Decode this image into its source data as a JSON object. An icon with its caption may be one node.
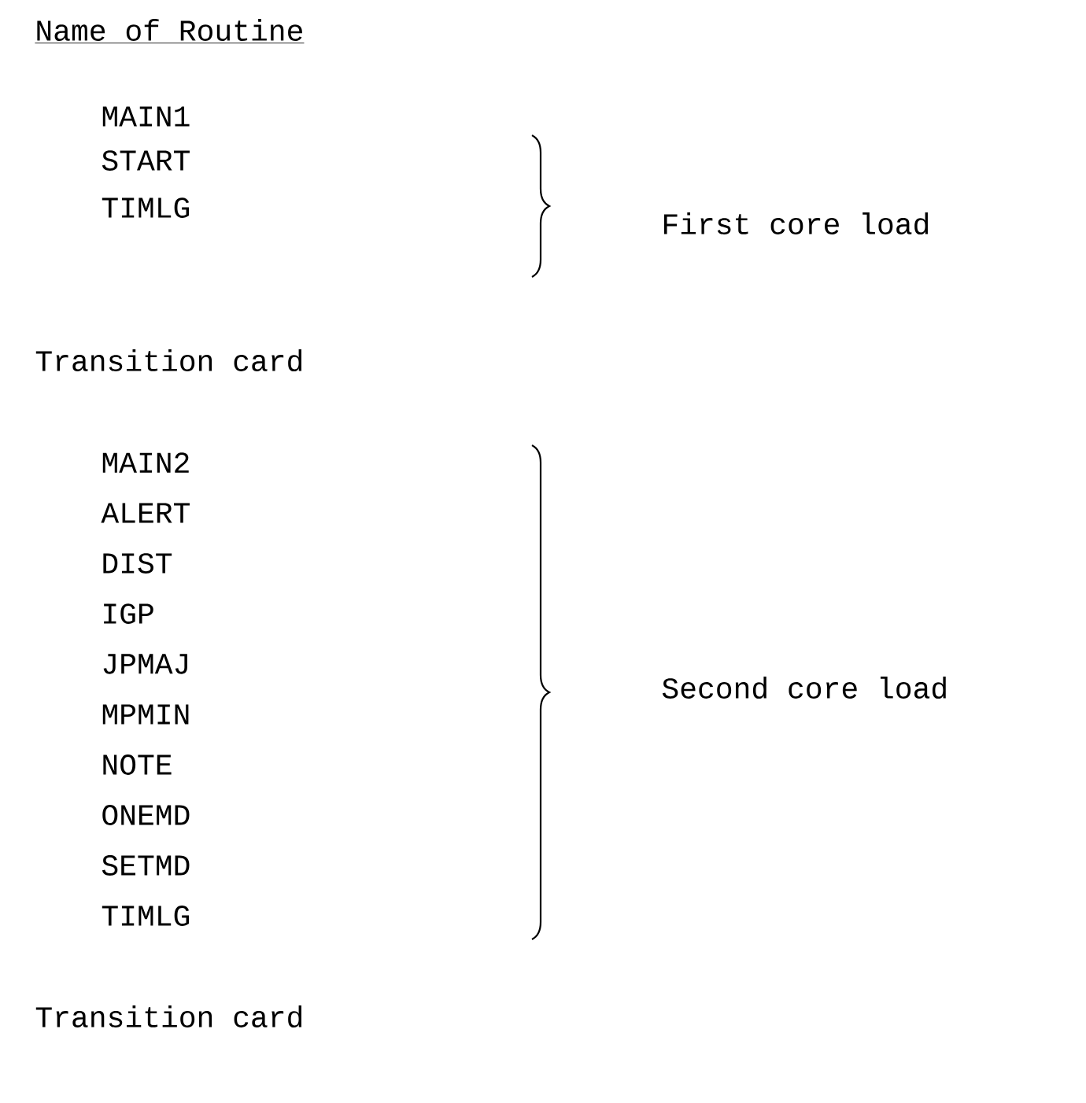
{
  "diagram": {
    "labels": [
      "Name of Routine",
      "MAIN1",
      "START",
      "TIMLG",
      "First core load",
      "Transition card",
      "MAIN2",
      "ALERT",
      "DIST",
      "IGP",
      "JPMAJ",
      "MPMIN",
      "NOTE",
      "ONEMD",
      "SETMD",
      "TIMLG",
      "Second core load",
      "Transition card"
    ]
  }
}
